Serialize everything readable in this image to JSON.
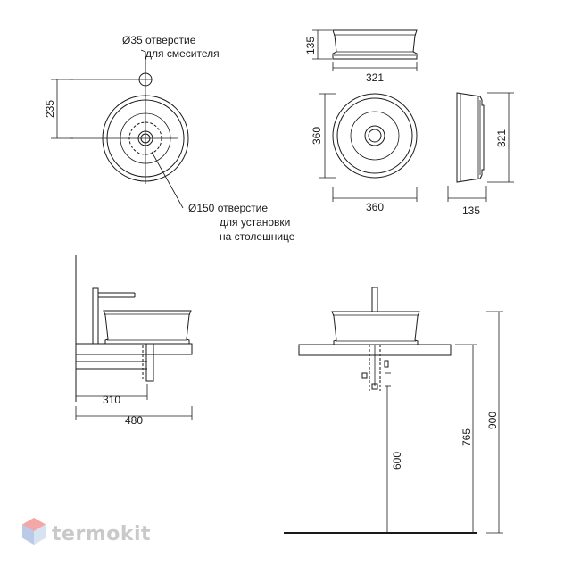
{
  "notes": {
    "mixer_hole": [
      "Ø35 отверстие",
      "для смесителя"
    ],
    "countertop_hole": [
      "Ø150 отверстие",
      "для установки",
      "на столешнице"
    ]
  },
  "dimensions": {
    "top_view_235": "235",
    "side_height": "135",
    "side_width": "321",
    "plan_height": "360",
    "plan_width": "360",
    "profile_height": "321",
    "profile_width": "135",
    "side_install_310": "310",
    "side_install_480": "480",
    "front_install_600": "600",
    "front_install_765": "765",
    "front_install_900": "900"
  },
  "brand": {
    "name": "termokit",
    "color": "#c9c9c9",
    "accent": "#f4a7a7"
  }
}
